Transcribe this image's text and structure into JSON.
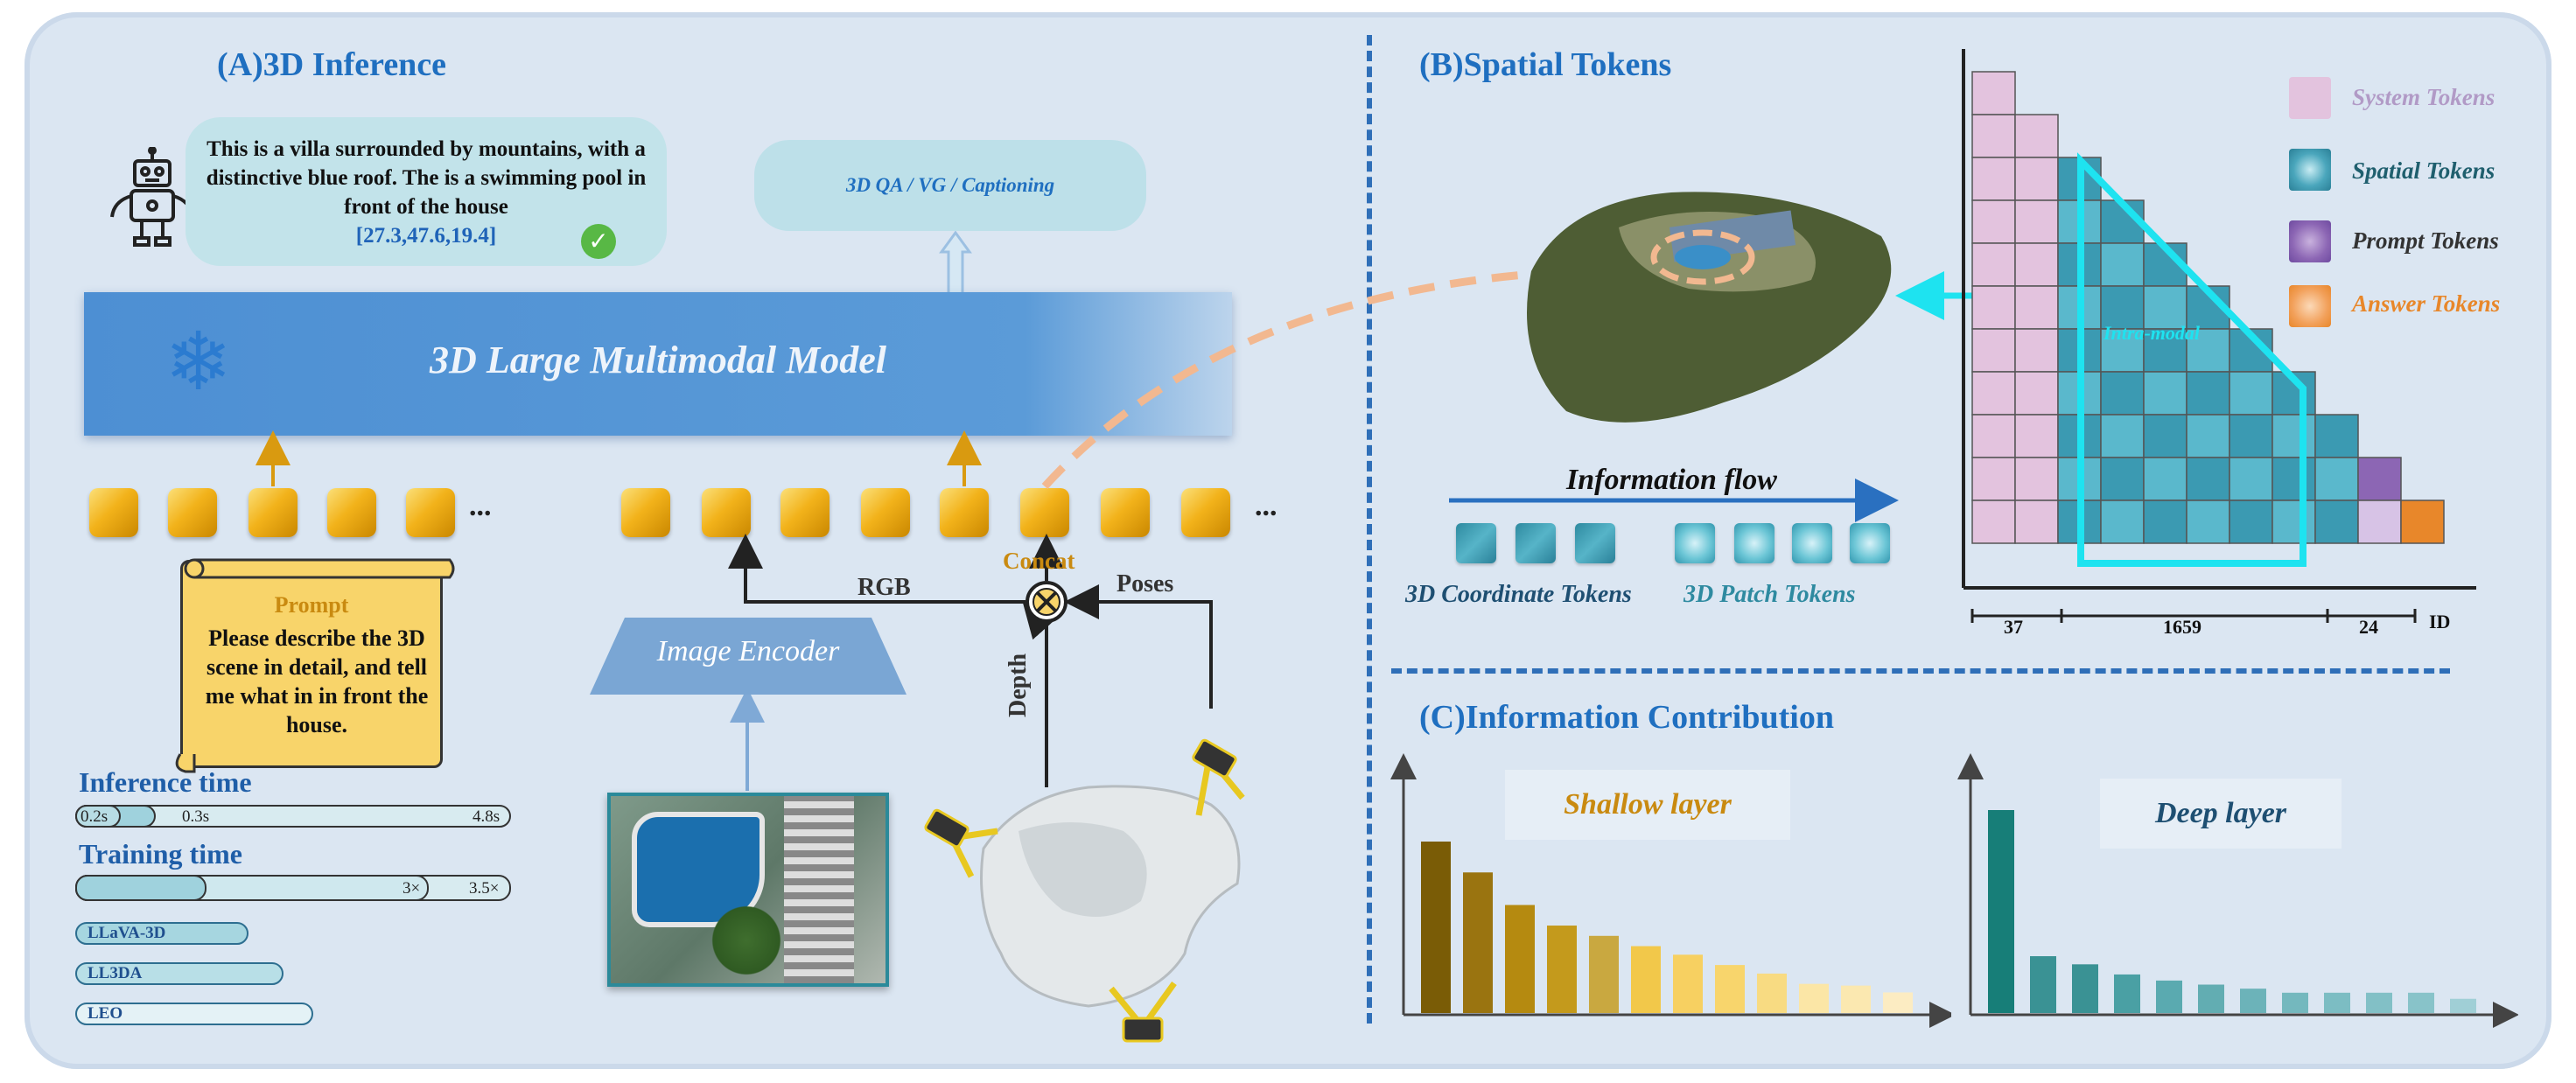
{
  "sections": {
    "a": "(A)3D Inference",
    "b": "(B)Spatial Tokens",
    "c": "(C)Information Contribution"
  },
  "response": {
    "text": "This is a villa surrounded by  mountains, with a distinctive blue roof. The is a swimming pool in front of the house",
    "coords": "[27.3,47.6,19.4]"
  },
  "tasks": "3D QA / VG / Captioning",
  "model": "3D Large Multimodal Model",
  "ellipsis": "...",
  "prompt": {
    "title": "Prompt",
    "text": "Please describe the 3D scene in detail, and tell me what in in front the house."
  },
  "inference_time": {
    "label": "Inference time",
    "ticks": [
      "0.2s",
      "0.3s",
      "4.8s"
    ]
  },
  "training_time": {
    "label": "Training time",
    "ticks": [
      "3×",
      "3.5×"
    ]
  },
  "models": [
    "LLaVA-3D",
    "LL3DA",
    "LEO"
  ],
  "encoder": "Image Encoder",
  "flow_labels": {
    "rgb": "RGB",
    "concat": "Concat",
    "poses": "Poses",
    "depth": "Depth"
  },
  "spatial": {
    "info_flow": "Information flow",
    "coord_tokens": "3D Coordinate Tokens",
    "patch_tokens": "3D Patch Tokens",
    "intra": "Intra-modal"
  },
  "legend": [
    {
      "label": "System Tokens",
      "color": "#b19ac6"
    },
    {
      "label": "Spatial Tokens",
      "color": "#1f5f6e"
    },
    {
      "label": "Prompt Tokens",
      "color": "#333333"
    },
    {
      "label": "Answer Tokens",
      "color": "#e8872a"
    }
  ],
  "id_axis": {
    "ticks": [
      "37",
      "1659",
      "24"
    ],
    "label": "ID"
  },
  "contribution": {
    "shallow": "Shallow layer",
    "deep": "Deep layer"
  },
  "colors": {
    "accent": "#1f6fc0",
    "token_yellow": "#f2b21a",
    "teal": "#2e8aa0",
    "cyan": "#1ee3f0"
  },
  "chart_data": [
    {
      "type": "bar",
      "title": "Shallow layer",
      "values": [
        100,
        82,
        63,
        51,
        45,
        39,
        34,
        28,
        23,
        17,
        16,
        12
      ]
    },
    {
      "type": "bar",
      "title": "Deep layer",
      "values": [
        100,
        28,
        24,
        19,
        16,
        14,
        12,
        10,
        10,
        10,
        10,
        7
      ]
    }
  ]
}
